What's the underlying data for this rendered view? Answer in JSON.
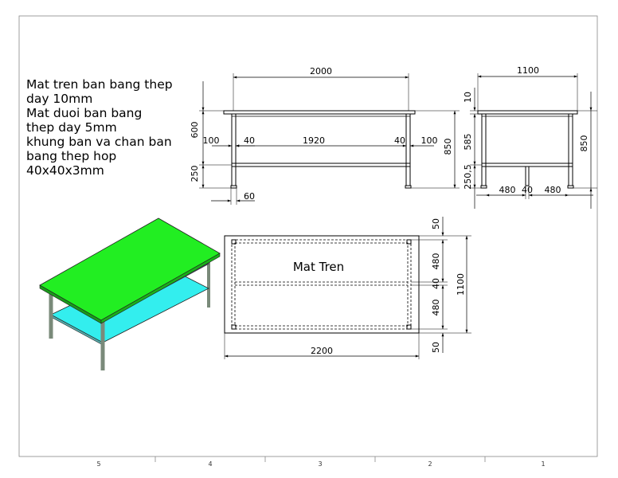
{
  "notes": {
    "lines": [
      "Mat tren ban bang thep",
      "day 10mm",
      "Mat duoi ban bang",
      "thep day 5mm",
      "khung ban va chan ban",
      "bang thep hop",
      "40x40x3mm"
    ]
  },
  "front_view": {
    "overall_width": "2000",
    "inner_width": "1920",
    "left_overhang": "100",
    "right_overhang": "100",
    "left_post": "40",
    "right_post": "40",
    "upper_height": "600",
    "lower_height": "250",
    "total_height": "850",
    "foot_width": "60"
  },
  "side_view": {
    "overall_width": "1100",
    "top_thickness": "10",
    "mid_height": "585",
    "lower_height": "250,5",
    "total_height": "850",
    "left_span": "480",
    "center_beam": "40",
    "right_span": "480"
  },
  "top_view": {
    "label": "Mat Tren",
    "overall_length": "2200",
    "overall_depth": "1100",
    "margin_top": "50",
    "panel_top": "480",
    "center_beam": "40",
    "panel_bottom": "480",
    "margin_bottom": "50"
  },
  "iso_view": {
    "top_color": "#22ee22",
    "shelf_color": "#33eeee",
    "frame_color": "#7a8a7a"
  },
  "title_block": {
    "zones": [
      "5",
      "4",
      "3",
      "2",
      "1"
    ]
  }
}
